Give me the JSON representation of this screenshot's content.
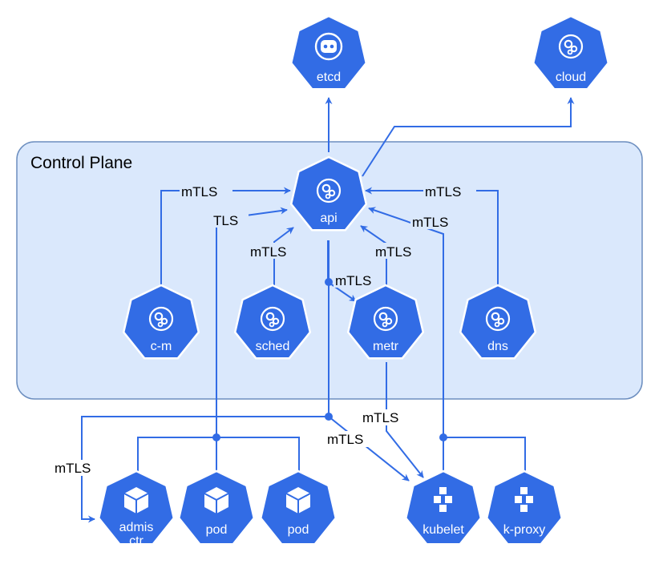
{
  "colors": {
    "node_fill": "#326CE5",
    "region_fill": "#DAE8FC",
    "region_stroke": "#6C8EBF",
    "edge": "#326CE5"
  },
  "region": {
    "label": "Control Plane"
  },
  "nodes": {
    "etcd": {
      "label": "etcd",
      "icon": "etcd-robot-icon"
    },
    "cloud": {
      "label": "cloud",
      "icon": "gears-icon"
    },
    "api": {
      "label": "api",
      "icon": "gears-icon"
    },
    "cm": {
      "label": "c-m",
      "icon": "gears-icon"
    },
    "sched": {
      "label": "sched",
      "icon": "gears-icon"
    },
    "metr": {
      "label": "metr",
      "icon": "gears-icon"
    },
    "dns": {
      "label": "dns",
      "icon": "gears-icon"
    },
    "admis": {
      "label_line1": "admis",
      "label_line2": "ctr",
      "icon": "cube-icon"
    },
    "pod1": {
      "label": "pod",
      "icon": "cube-icon"
    },
    "pod2": {
      "label": "pod",
      "icon": "cube-icon"
    },
    "kubelet": {
      "label": "kubelet",
      "icon": "cubes-icon"
    },
    "kproxy": {
      "label": "k-proxy",
      "icon": "cubes-icon"
    }
  },
  "edge_labels": {
    "cm_api": "mTLS",
    "pods_api": "TLS",
    "sched_api": "mTLS",
    "api_metr": "mTLS",
    "metr_api": "mTLS",
    "dns_api": "mTLS",
    "kubelet_api": "mTLS",
    "metr_kubelet": "mTLS",
    "api_kubelet": "mTLS",
    "api_admis": "mTLS"
  }
}
